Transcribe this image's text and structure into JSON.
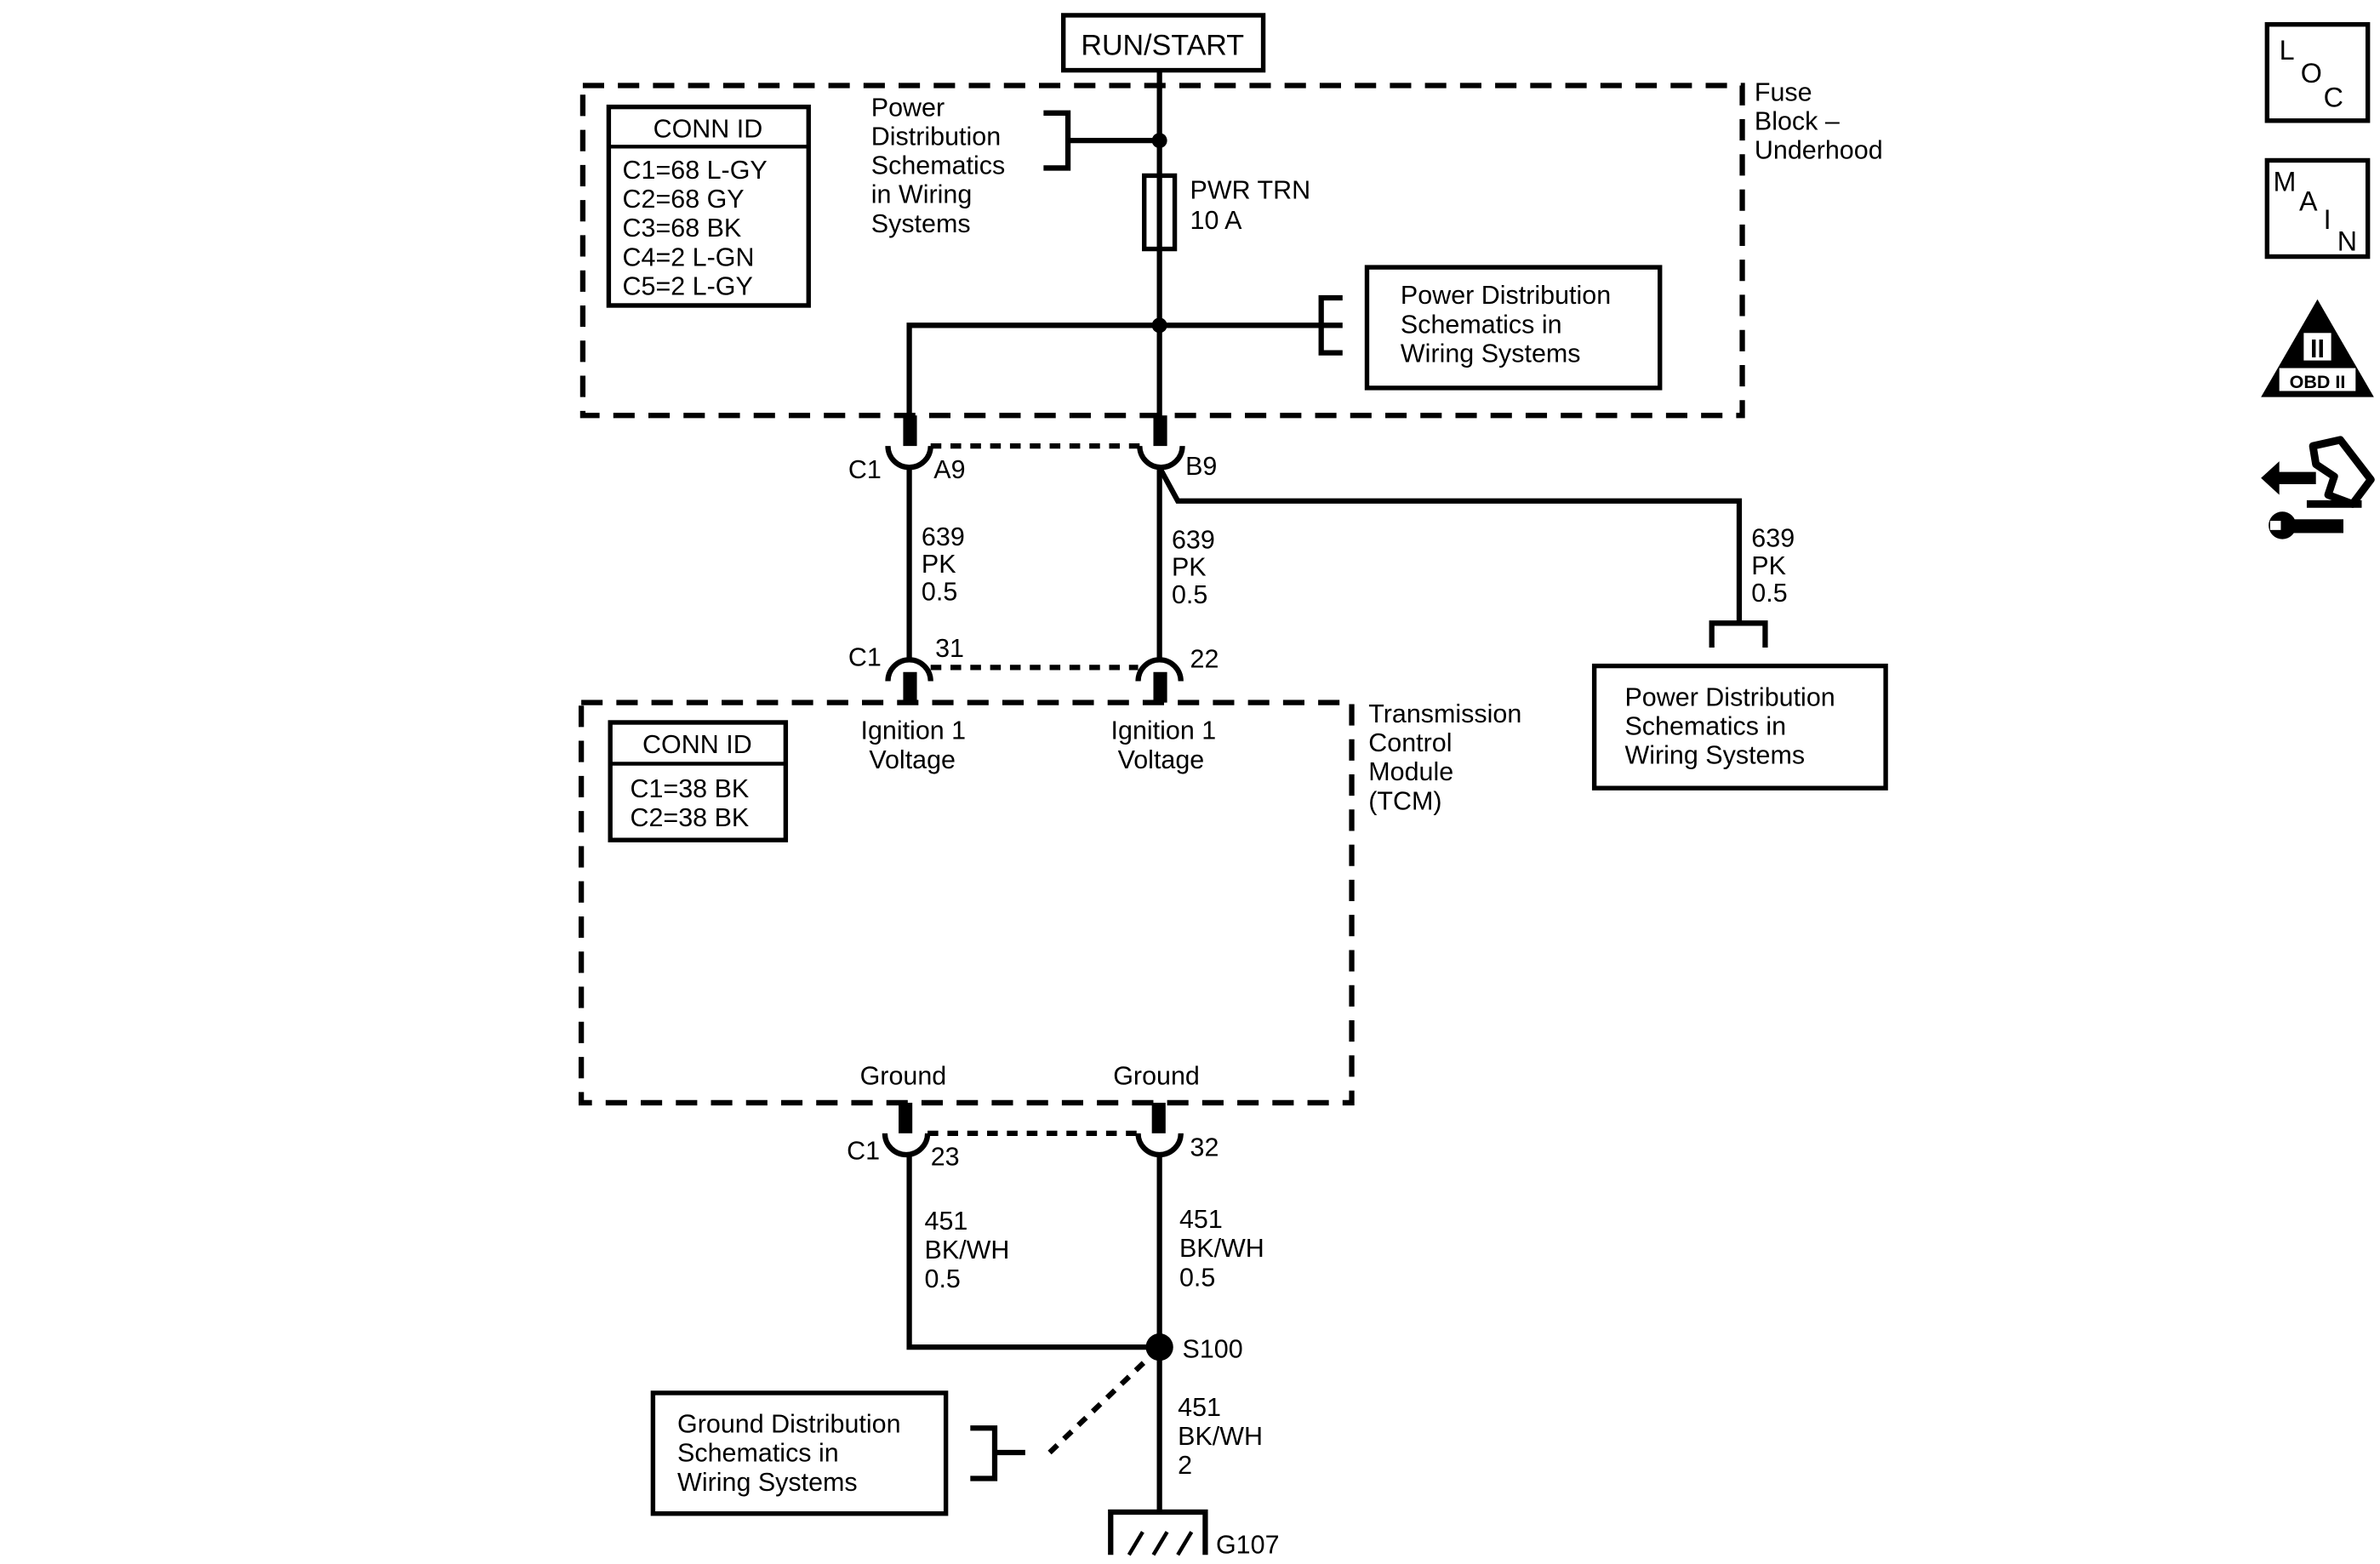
{
  "source": {
    "label": "RUN/START"
  },
  "fuse_block": {
    "label": [
      "Fuse",
      "Block –",
      "Underhood"
    ],
    "conn_id": {
      "title": "CONN ID",
      "rows": [
        "C1=68 L-GY",
        "C2=68 GY",
        "C3=68 BK",
        "C4=2 L-GN",
        "C5=2 L-GY"
      ]
    },
    "pd_ref_left": [
      "Power",
      "Distribution",
      "Schematics",
      "in Wiring",
      "Systems"
    ],
    "fuse": {
      "name": "PWR TRN",
      "rating": "10 A"
    },
    "pd_ref_right": [
      "Power Distribution",
      "Schematics in",
      "Wiring Systems"
    ]
  },
  "upper_connector": {
    "conn": "C1",
    "pin_left": "A9",
    "pin_right": "B9"
  },
  "wires_upper": {
    "left": [
      "639",
      "PK",
      "0.5"
    ],
    "middle": [
      "639",
      "PK",
      "0.5"
    ],
    "branch": [
      "639",
      "PK",
      "0.5"
    ]
  },
  "branch_ref": [
    "Power Distribution",
    "Schematics in",
    "Wiring Systems"
  ],
  "tcm_top_connector": {
    "conn": "C1",
    "pin_left": "31",
    "pin_right": "22"
  },
  "tcm": {
    "label": [
      "Transmission",
      "Control",
      "Module",
      "(TCM)"
    ],
    "conn_id": {
      "title": "CONN ID",
      "rows": [
        "C1=38 BK",
        "C2=38 BK"
      ]
    },
    "input_left": [
      "Ignition 1",
      "Voltage"
    ],
    "input_right": [
      "Ignition 1",
      "Voltage"
    ],
    "ground_left": "Ground",
    "ground_right": "Ground"
  },
  "tcm_bottom_connector": {
    "conn": "C1",
    "pin_left": "23",
    "pin_right": "32"
  },
  "wires_lower": {
    "left": [
      "451",
      "BK/WH",
      "0.5"
    ],
    "right": [
      "451",
      "BK/WH",
      "0.5"
    ],
    "to_ground": [
      "451",
      "BK/WH",
      "2"
    ]
  },
  "splice": {
    "label": "S100"
  },
  "ground_ref": [
    "Ground Distribution",
    "Schematics in",
    "Wiring Systems"
  ],
  "ground": {
    "label": "G107"
  },
  "side_icons": {
    "loc": [
      "L",
      "O",
      "C"
    ],
    "main": [
      "M",
      "A",
      "I",
      "N"
    ],
    "obd": {
      "numeral": "II",
      "label": "OBD II"
    },
    "icon_names": [
      "loc-icon",
      "main-icon",
      "obd-ii-icon",
      "service-tool-icon"
    ]
  }
}
